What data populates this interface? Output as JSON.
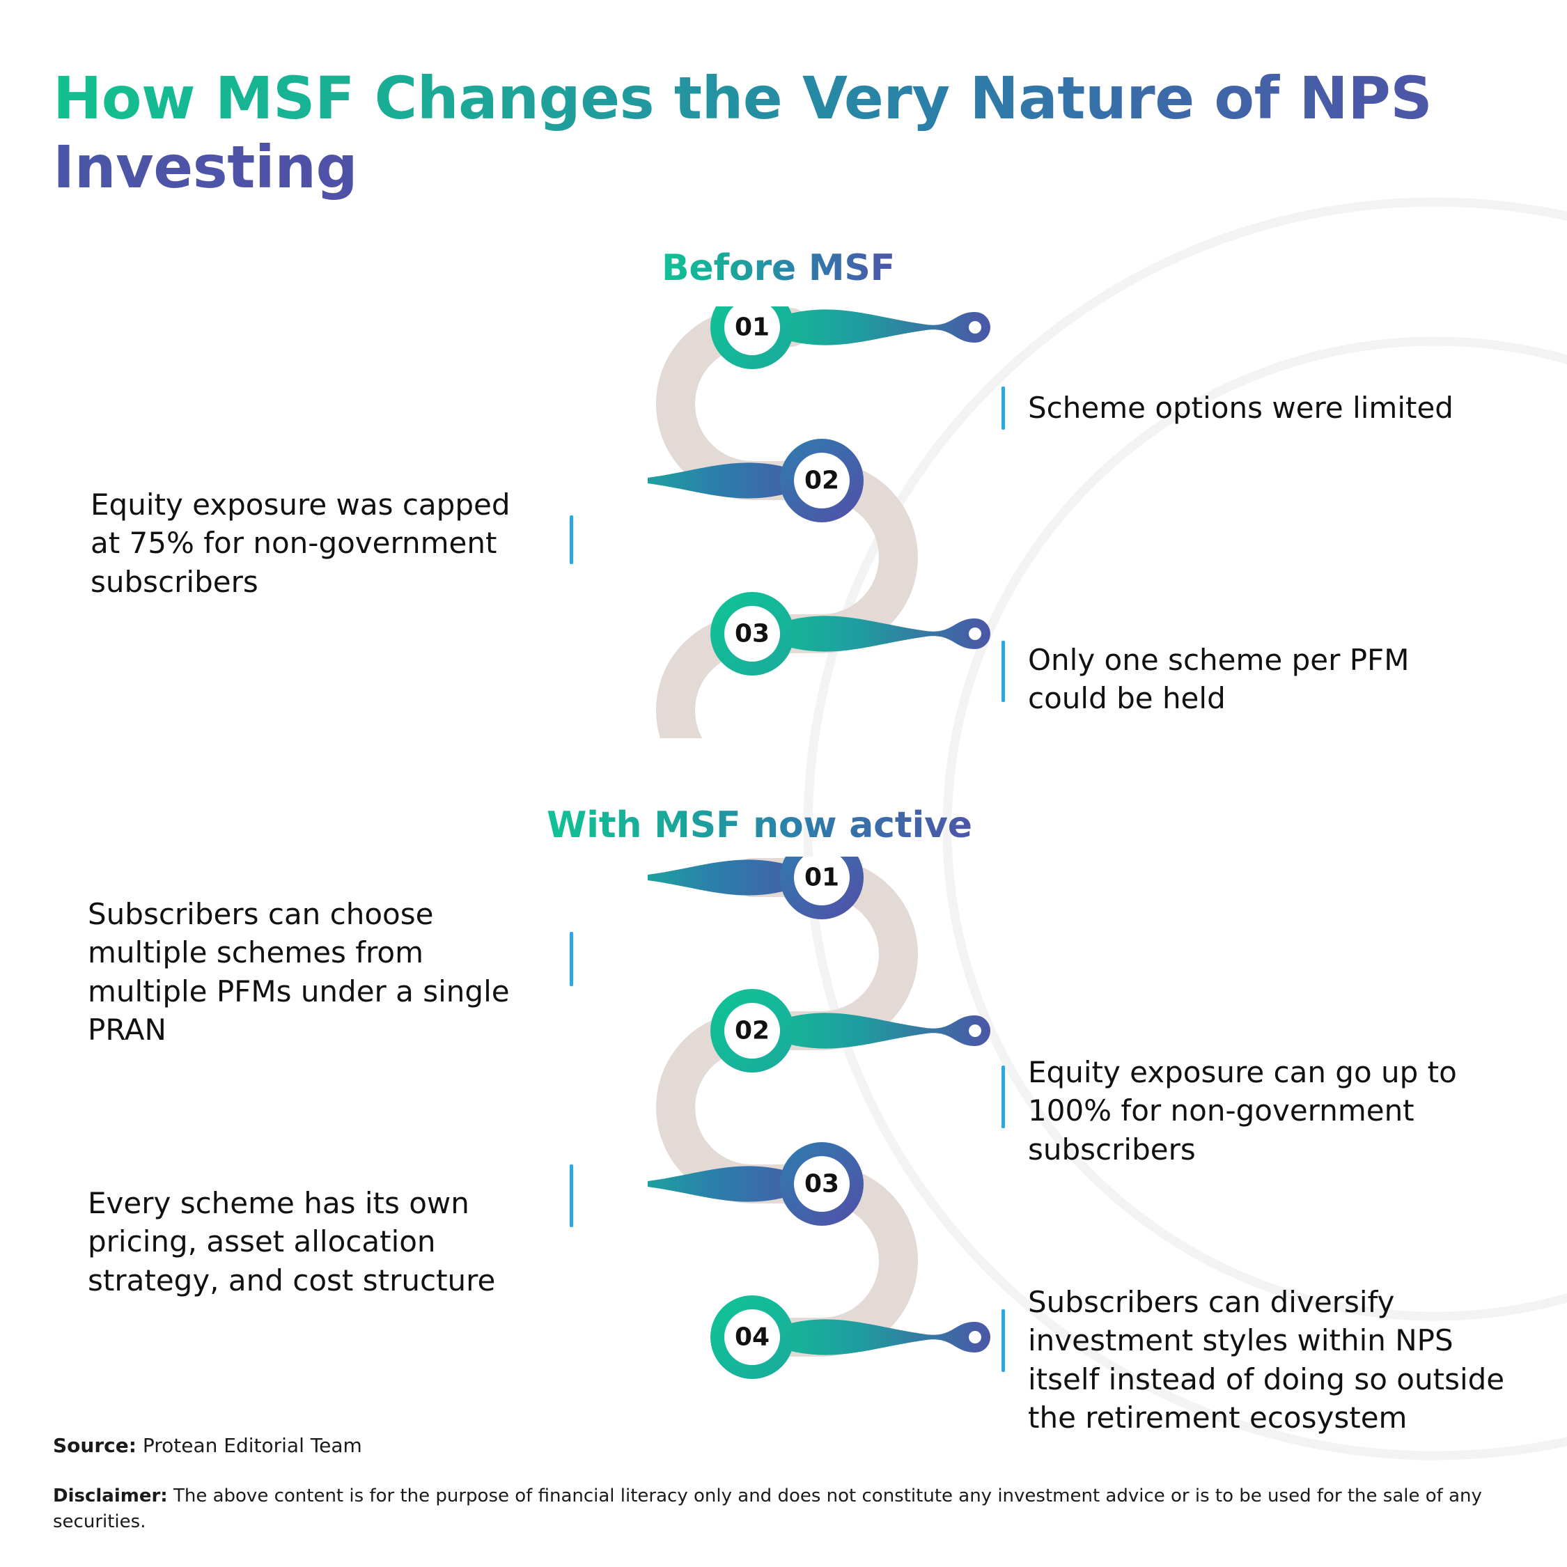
{
  "title": "How MSF Changes the Very Nature of NPS Investing",
  "sections": [
    {
      "id": "before",
      "heading": "Before MSF",
      "items": [
        {
          "number": "01",
          "side": "right",
          "text": "Scheme options were limited",
          "ring_color": "#11c194",
          "dot_color": "#4c55a7"
        },
        {
          "number": "02",
          "side": "left",
          "text": "Equity exposure was capped at 75% for non-government subscribers",
          "ring_color": "#4c55a7",
          "dot_color": "#11c194"
        },
        {
          "number": "03",
          "side": "right",
          "text": "Only one scheme per PFM could be held",
          "ring_color": "#11c194",
          "dot_color": "#4c55a7"
        }
      ]
    },
    {
      "id": "with",
      "heading": "With MSF now active",
      "items": [
        {
          "number": "01",
          "side": "left",
          "text": "Subscribers can choose multiple schemes from multiple PFMs under a single PRAN",
          "ring_color": "#4c55a7",
          "dot_color": "#11c194"
        },
        {
          "number": "02",
          "side": "right",
          "text": "Equity exposure can go up to 100% for non-government subscribers",
          "ring_color": "#11c194",
          "dot_color": "#4c55a7"
        },
        {
          "number": "03",
          "side": "left",
          "text": "Every scheme has its own pricing, asset allocation strategy, and cost structure",
          "ring_color": "#4c55a7",
          "dot_color": "#11c194"
        },
        {
          "number": "04",
          "side": "right",
          "text": "Subscribers can diversify investment styles within NPS itself instead of doing so outside the retirement ecosystem",
          "ring_color": "#11c194",
          "dot_color": "#4c55a7"
        }
      ]
    }
  ],
  "footer": {
    "source_label": "Source:",
    "source_value": "Protean Editorial Team",
    "disclaimer_label": "Disclaimer:",
    "disclaimer_value": "The above content is for the purpose of financial literacy only and does not constitute any investment advice or is to be used for the sale of any securities."
  },
  "colors": {
    "teal": "#11c194",
    "blue": "#4c55a7",
    "path_beige": "#e3dad6",
    "divider_blue": "#2aa8e0",
    "background": "#ffffff",
    "bg_arc": "#f4f3f3",
    "text": "#111111"
  },
  "captions": {
    "before_1": "Scheme options were limited",
    "before_2": "Equity exposure was capped at 75% for non-government subscribers",
    "before_3": "Only one scheme per PFM could be held",
    "with_1": "Subscribers can choose multiple schemes from multiple PFMs under a single PRAN",
    "with_2": "Equity exposure can go up to 100% for non-government subscribers",
    "with_3": "Every scheme has its own pricing, asset allocation strategy, and cost structure",
    "with_4": "Subscribers can diversify investment styles within NPS itself instead of doing so outside the retirement ecosystem"
  },
  "numbers": {
    "b1": "01",
    "b2": "02",
    "b3": "03",
    "w1": "01",
    "w2": "02",
    "w3": "03",
    "w4": "04"
  }
}
